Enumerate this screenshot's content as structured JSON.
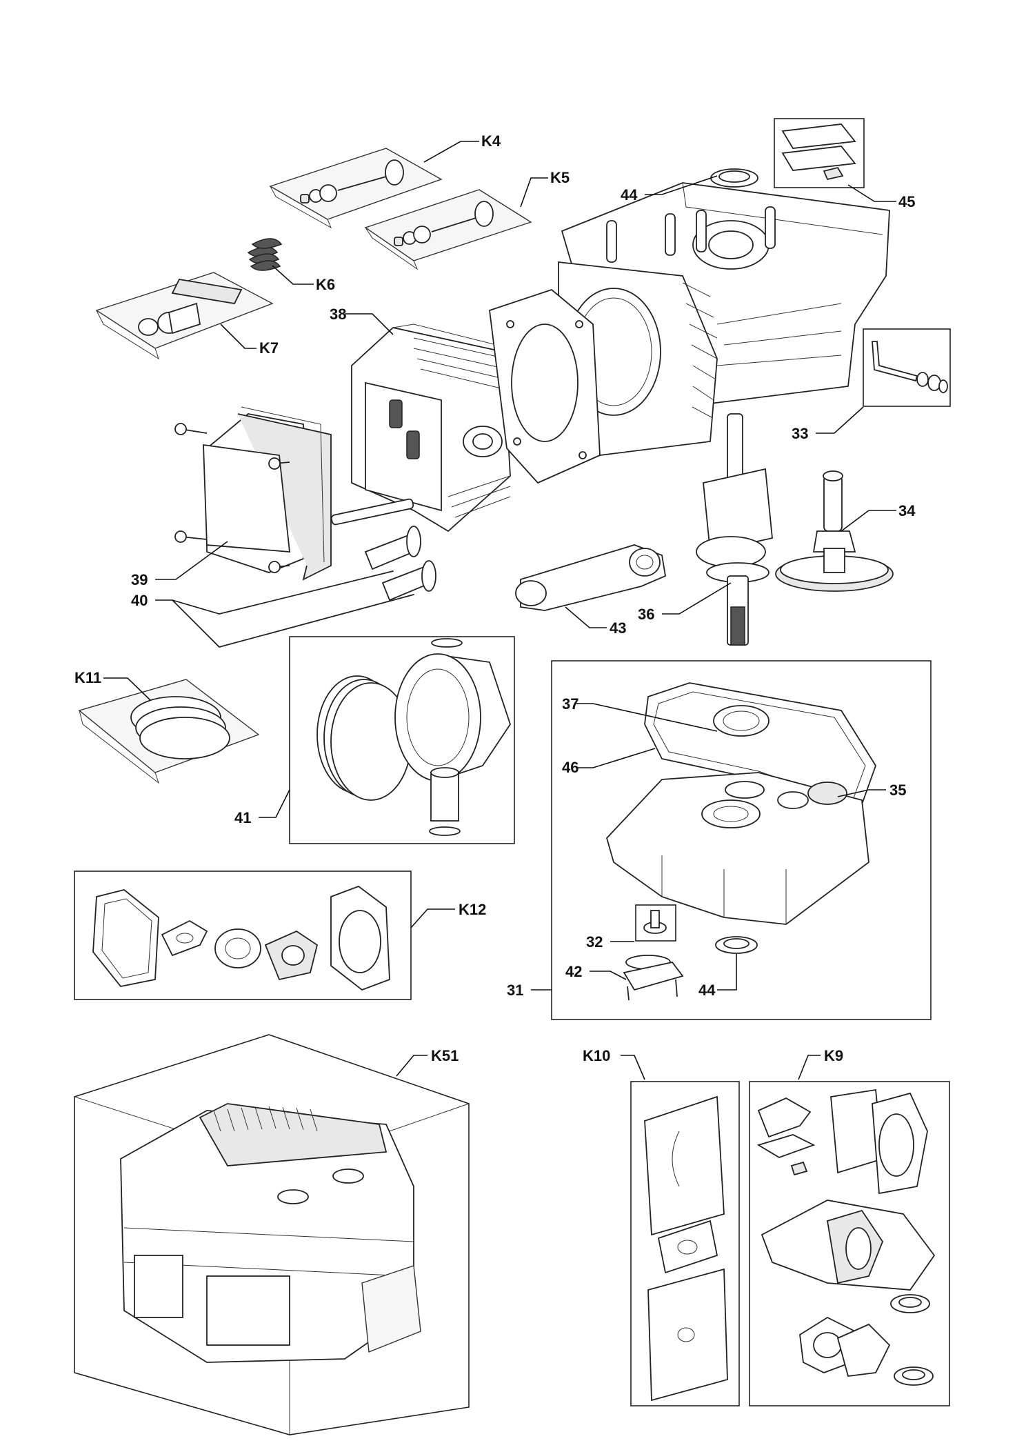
{
  "labels": {
    "k4": "K4",
    "k5": "K5",
    "k6": "K6",
    "k7": "K7",
    "p44a": "44",
    "p45": "45",
    "p38": "38",
    "p33": "33",
    "p34": "34",
    "p39": "39",
    "p40": "40",
    "p43": "43",
    "p36": "36",
    "k11": "K11",
    "p41": "41",
    "p37": "37",
    "p46": "46",
    "p35": "35",
    "k12": "K12",
    "p32": "32",
    "p42": "42",
    "p31": "31",
    "p44b": "44",
    "k51": "K51",
    "k10": "K10",
    "k9": "K9"
  }
}
